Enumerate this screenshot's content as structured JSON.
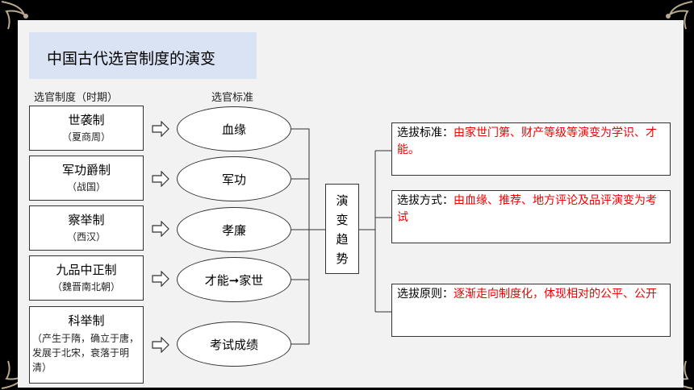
{
  "title": "中国古代选官制度的演变",
  "headers": {
    "left": "选官制度（时期）",
    "middle": "选官标准"
  },
  "systems": [
    {
      "name": "世袭制",
      "period": "（夏商周）",
      "standard": "血缘"
    },
    {
      "name": "军功爵制",
      "period": "（战国）",
      "standard": "军功"
    },
    {
      "name": "察举制",
      "period": "（西汉）",
      "standard": "孝廉"
    },
    {
      "name": "九品中正制",
      "period": "（魏晋南北朝）",
      "standard": "才能➞家世"
    },
    {
      "name": "科举制",
      "period": "（产生于隋，确立于唐，发展于北宋，衰落于明清）",
      "standard": "考试成绩"
    }
  ],
  "trend_label": [
    "演",
    "变",
    "趋",
    "势"
  ],
  "results": [
    {
      "label": "选拔标准：",
      "text": "由家世门第、财产等级等演变为学识、才能。"
    },
    {
      "label": "选拔方式：",
      "text": "由血缘、推荐、地方评论及品评演变为考试"
    },
    {
      "label": "选拔原则：",
      "text": "逐渐走向制度化，体现相对的公平、公开"
    }
  ],
  "colors": {
    "highlight": "#ff0000",
    "title_bg": "#dae3f3",
    "background": "#000000"
  }
}
